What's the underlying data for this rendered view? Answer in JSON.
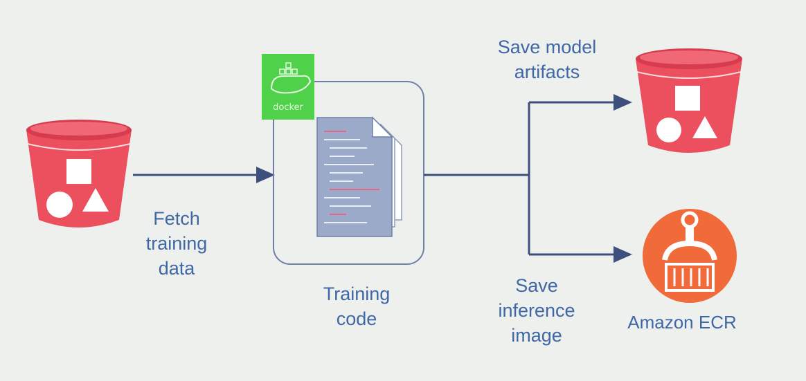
{
  "labels": {
    "fetch": "Fetch\ntraining\ndata",
    "training_code": "Training\ncode",
    "save_model": "Save model\nartifacts",
    "save_inference": "Save\ninference\nimage",
    "ecr": "Amazon ECR",
    "docker": "docker"
  },
  "colors": {
    "background": "#eef0ee",
    "bucket": "#ec4f5e",
    "bucket_rim": "#d63c4d",
    "arrow": "#3d4f7c",
    "label": "#3f67a6",
    "docker": "#4fd14a",
    "ecr": "#f06a3a",
    "container_box": "#6f7fa5"
  },
  "icons": [
    "s3-bucket-icon",
    "docker-icon",
    "code-files-icon",
    "amazon-ecr-icon"
  ]
}
